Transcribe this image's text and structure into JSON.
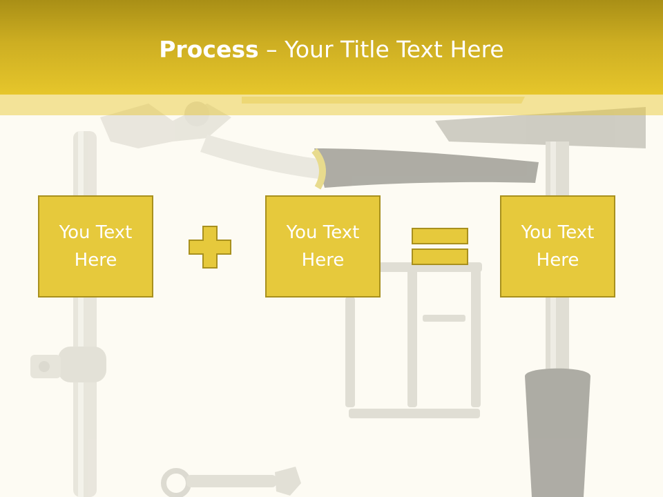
{
  "slide": {
    "title_bold": "Process",
    "title_rest": " – Your Title Text Here",
    "boxes": [
      {
        "label": "You Text Here"
      },
      {
        "label": "You Text Here"
      },
      {
        "label": "You Text Here"
      }
    ],
    "operators": [
      "plus-icon",
      "equals-icon"
    ],
    "colors": {
      "title_bar": "#cdae22",
      "box_fill": "#e6c93c",
      "box_border": "#a8901e",
      "background": "#fdfbf3",
      "text": "#ffffff"
    },
    "background_art": [
      "socket-wrench-icon",
      "pliers-icon",
      "hammer-icon",
      "screwdriver-bits-icon",
      "combination-wrench-icon"
    ]
  }
}
